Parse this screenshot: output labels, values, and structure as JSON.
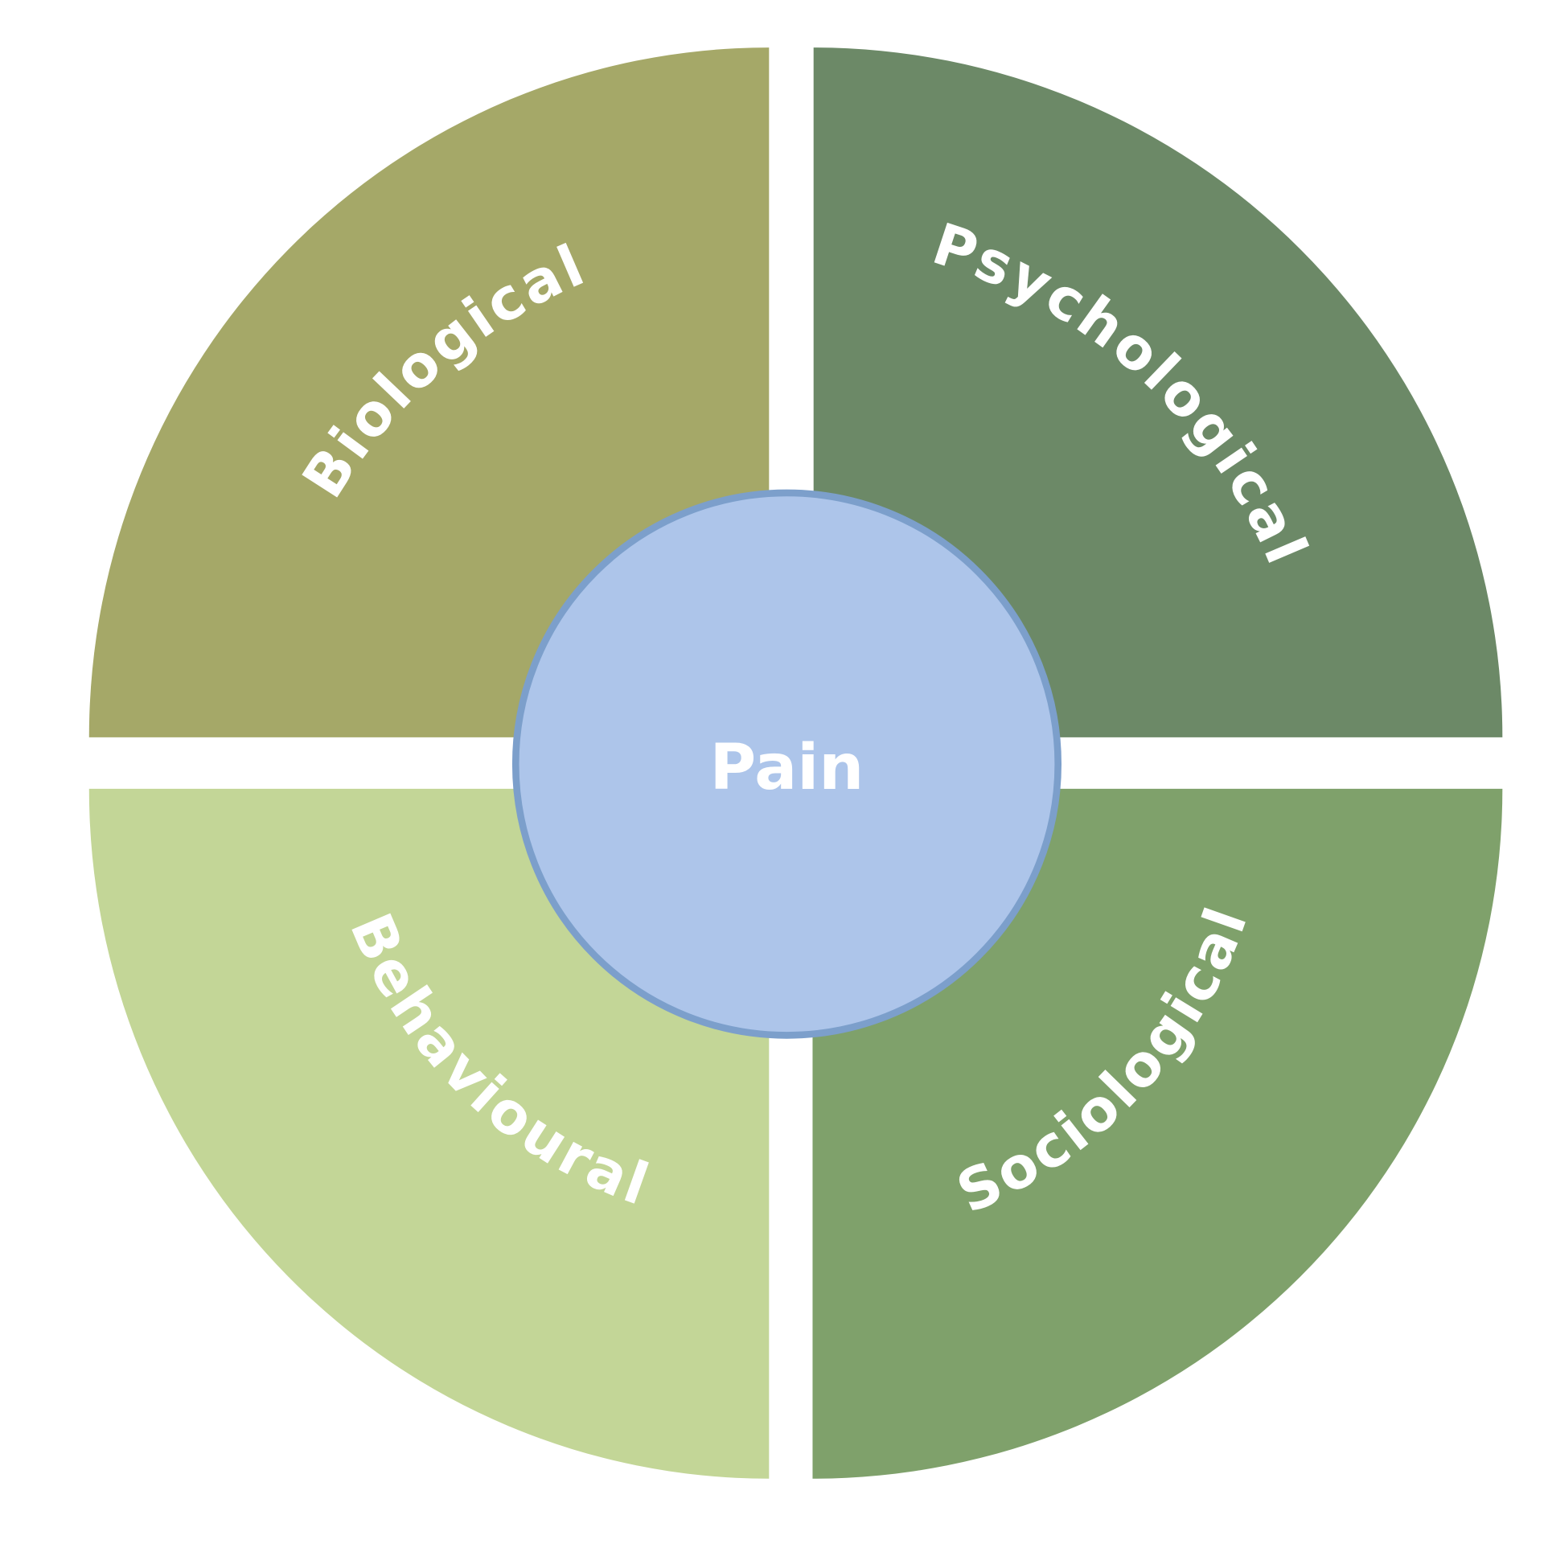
{
  "center": {
    "label": "Pain",
    "fill": "#adc5ea",
    "stroke": "#7c9fcb"
  },
  "segments": [
    {
      "id": "biological",
      "label": "Biological",
      "color": "#a5a868",
      "position": "top-left"
    },
    {
      "id": "psychological",
      "label": "Psychological",
      "color": "#6c8967",
      "position": "top-right"
    },
    {
      "id": "behavioural",
      "label": "Behavioural",
      "color": "#c3d697",
      "position": "bottom-left"
    },
    {
      "id": "sociological",
      "label": "Sociological",
      "color": "#7fa16b",
      "position": "bottom-right"
    }
  ]
}
